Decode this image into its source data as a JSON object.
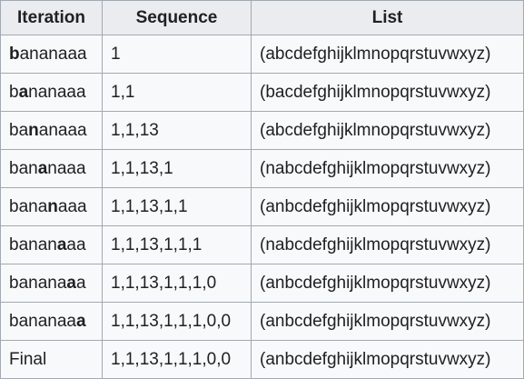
{
  "table": {
    "headers": [
      "Iteration",
      "Sequence",
      "List"
    ],
    "rows": [
      {
        "iteration": {
          "pre": "",
          "bold": "b",
          "post": "ananaaa"
        },
        "sequence": "1",
        "list": "(abcdefghijklmnopqrstuvwxyz)"
      },
      {
        "iteration": {
          "pre": "b",
          "bold": "a",
          "post": "nanaaa"
        },
        "sequence": "1,1",
        "list": "(bacdefghijklmnopqrstuvwxyz)"
      },
      {
        "iteration": {
          "pre": "ba",
          "bold": "n",
          "post": "anaaa"
        },
        "sequence": "1,1,13",
        "list": "(abcdefghijklmnopqrstuvwxyz)"
      },
      {
        "iteration": {
          "pre": "ban",
          "bold": "a",
          "post": "naaa"
        },
        "sequence": "1,1,13,1",
        "list": "(nabcdefghijklmopqrstuvwxyz)"
      },
      {
        "iteration": {
          "pre": "bana",
          "bold": "n",
          "post": "aaa"
        },
        "sequence": "1,1,13,1,1",
        "list": "(anbcdefghijklmopqrstuvwxyz)"
      },
      {
        "iteration": {
          "pre": "banan",
          "bold": "a",
          "post": "aa"
        },
        "sequence": "1,1,13,1,1,1",
        "list": "(nabcdefghijklmopqrstuvwxyz)"
      },
      {
        "iteration": {
          "pre": "banana",
          "bold": "a",
          "post": "a"
        },
        "sequence": "1,1,13,1,1,1,0",
        "list": "(anbcdefghijklmopqrstuvwxyz)"
      },
      {
        "iteration": {
          "pre": "bananaa",
          "bold": "a",
          "post": ""
        },
        "sequence": "1,1,13,1,1,1,0,0",
        "list": "(anbcdefghijklmopqrstuvwxyz)"
      },
      {
        "iteration": {
          "pre": "Final",
          "bold": "",
          "post": ""
        },
        "sequence": "1,1,13,1,1,1,0,0",
        "list": "(anbcdefghijklmopqrstuvwxyz)"
      }
    ]
  }
}
